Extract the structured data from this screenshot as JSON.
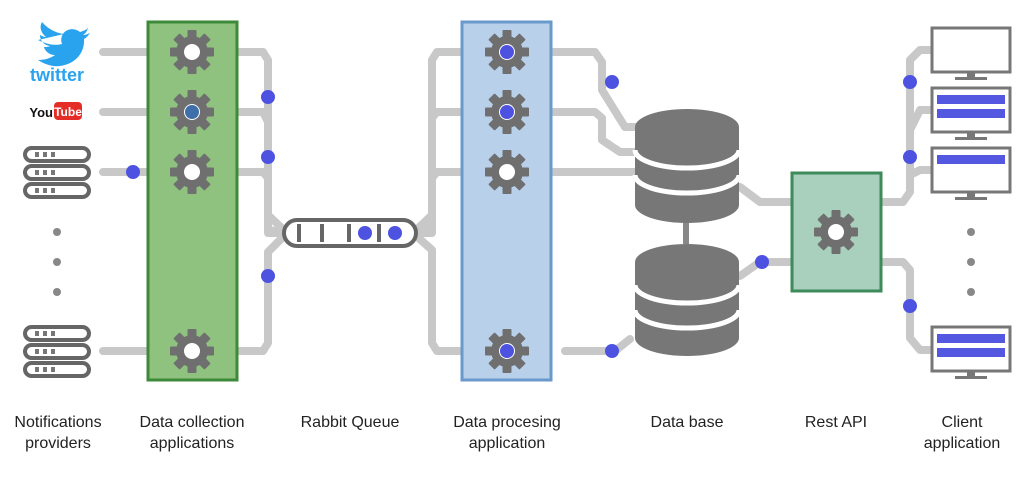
{
  "labels": {
    "providers": [
      "Notifications",
      "providers"
    ],
    "collection": [
      "Data collection",
      "applications"
    ],
    "queue": "Rabbit Queue",
    "processing": [
      "Data procesing",
      "application"
    ],
    "database": "Data base",
    "restapi": "Rest API",
    "client": [
      "Client",
      "application"
    ]
  },
  "logos": {
    "twitter": "twitter",
    "youtube_you": "You",
    "youtube_tube": "Tube"
  },
  "colors": {
    "line": "#c8c8c8",
    "gear": "#6f6f6f",
    "dot": "#4e52e0",
    "collection_fill": "#8fc17f",
    "collection_border": "#3d8a3a",
    "processing_fill": "#b8d0ea",
    "processing_border": "#6a9acb",
    "restapi_fill": "#a9cfbd",
    "restapi_border": "#3d8a5a",
    "database": "#777777",
    "twitter": "#2aa3ef",
    "youtube": "#e52d27"
  }
}
